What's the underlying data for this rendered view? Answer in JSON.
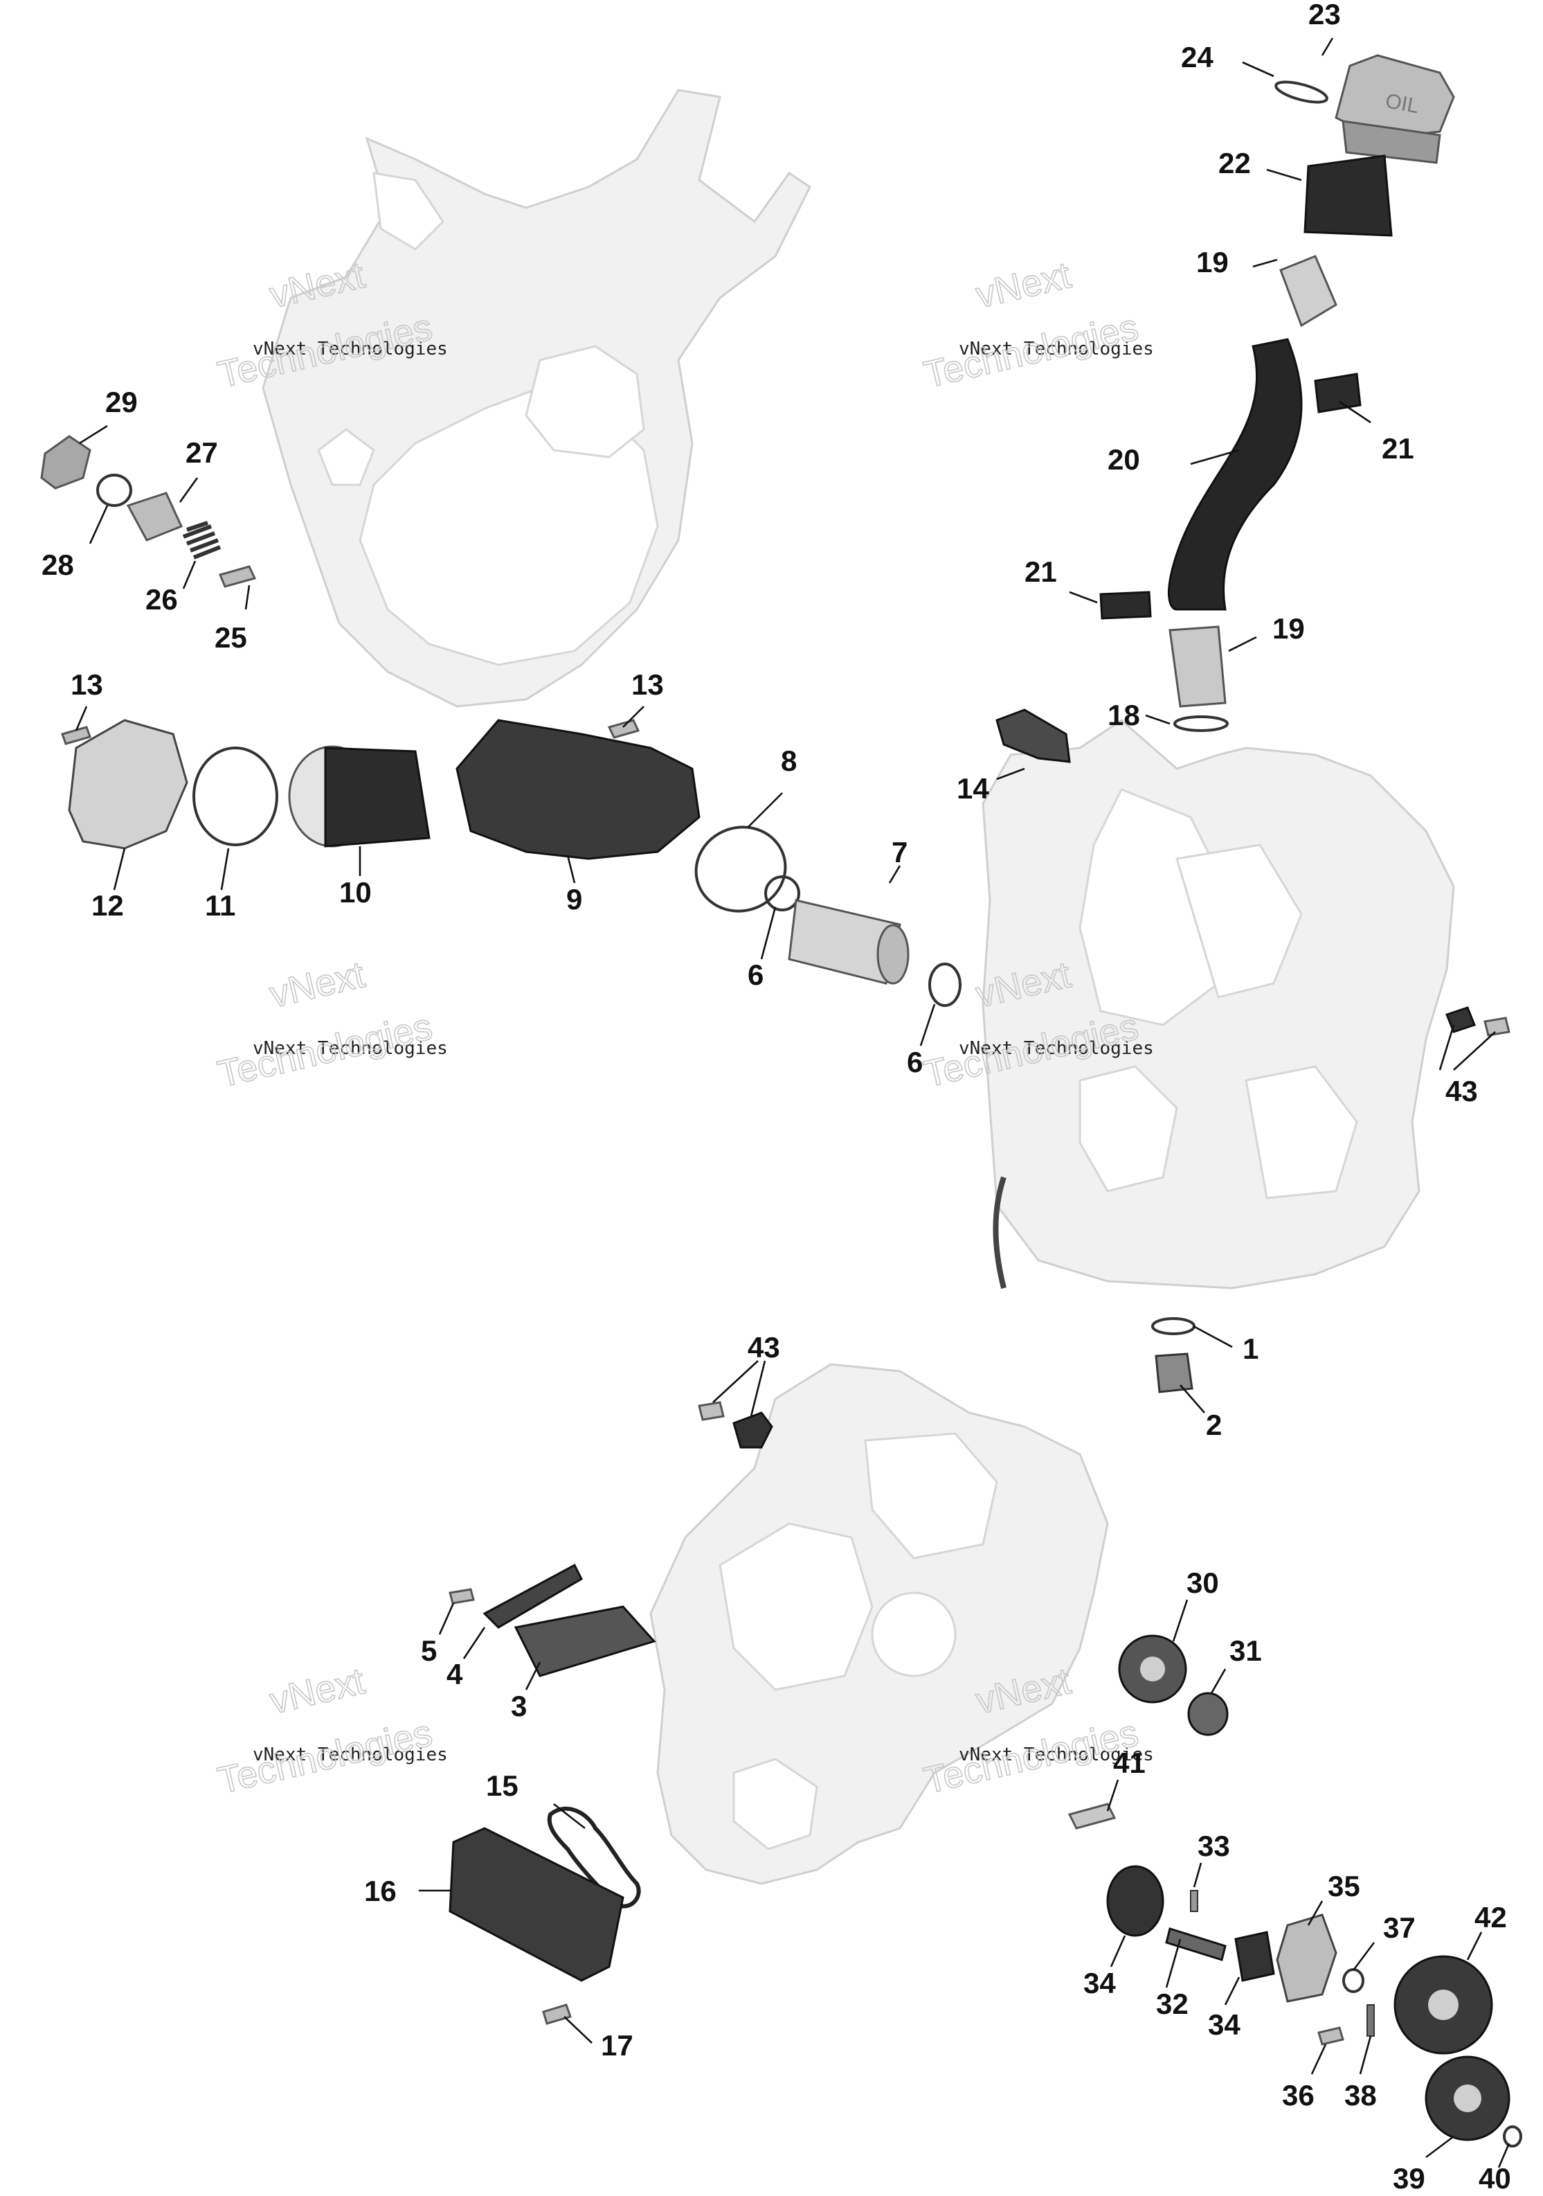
{
  "watermark": {
    "line1": "vNext Technologies",
    "line2": "vNext\nTechnologies"
  },
  "callouts": {
    "c1": "1",
    "c2": "2",
    "c3": "3",
    "c4": "4",
    "c5": "5",
    "c6a": "6",
    "c6b": "6",
    "c7": "7",
    "c8": "8",
    "c9": "9",
    "c10": "10",
    "c11": "11",
    "c12": "12",
    "c13a": "13",
    "c13b": "13",
    "c14": "14",
    "c15": "15",
    "c16": "16",
    "c17": "17",
    "c18": "18",
    "c19a": "19",
    "c19b": "19",
    "c20": "20",
    "c21a": "21",
    "c21b": "21",
    "c22": "22",
    "c23": "23",
    "c24": "24",
    "c25": "25",
    "c26": "26",
    "c27": "27",
    "c28": "28",
    "c29": "29",
    "c30": "30",
    "c31": "31",
    "c32": "32",
    "c33": "33",
    "c34a": "34",
    "c34b": "34",
    "c35": "35",
    "c36": "36",
    "c37": "37",
    "c38": "38",
    "c39": "39",
    "c40": "40",
    "c41": "41",
    "c42": "42",
    "c43a": "43",
    "c43b": "43"
  },
  "cap_marking": "OIL"
}
